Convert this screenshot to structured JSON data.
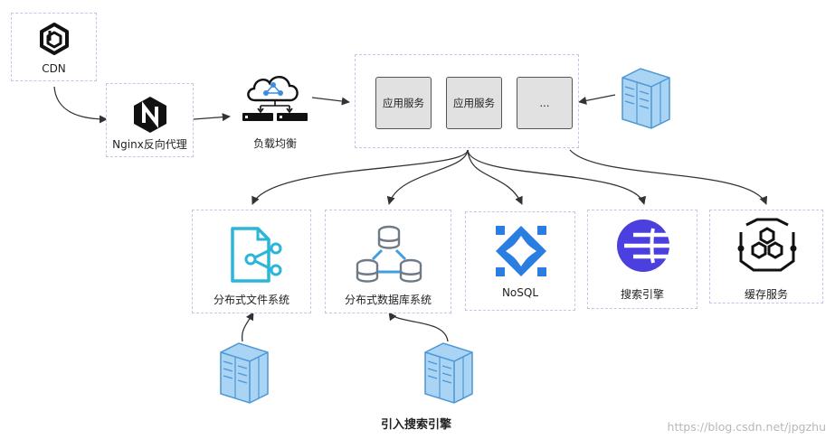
{
  "nodes": {
    "cdn": "CDN",
    "nginx": "Nginx反向代理",
    "lb": "负载均衡",
    "app1": "应用服务",
    "app2": "应用服务",
    "app3": "...",
    "dfs": "分布式文件系统",
    "ddb": "分布式数据库系统",
    "nosql": "NoSQL",
    "search": "搜索引擎",
    "cache": "缓存服务"
  },
  "caption": "引入搜索引擎",
  "watermark": "https://blog.csdn.net/jpgzhu",
  "colors": {
    "dashed_border": "#c9c3ea",
    "arrow": "#333333",
    "nginx": "#111111",
    "server_blue": "#8fc3ea",
    "dfs_cyan": "#2ab6d9",
    "db_gray": "#6e7a86",
    "db_blue": "#3f9fe0",
    "nosql_blue": "#2a7de1",
    "search_purple": "#4b3fe0",
    "service_box": "#e1e1e1"
  }
}
